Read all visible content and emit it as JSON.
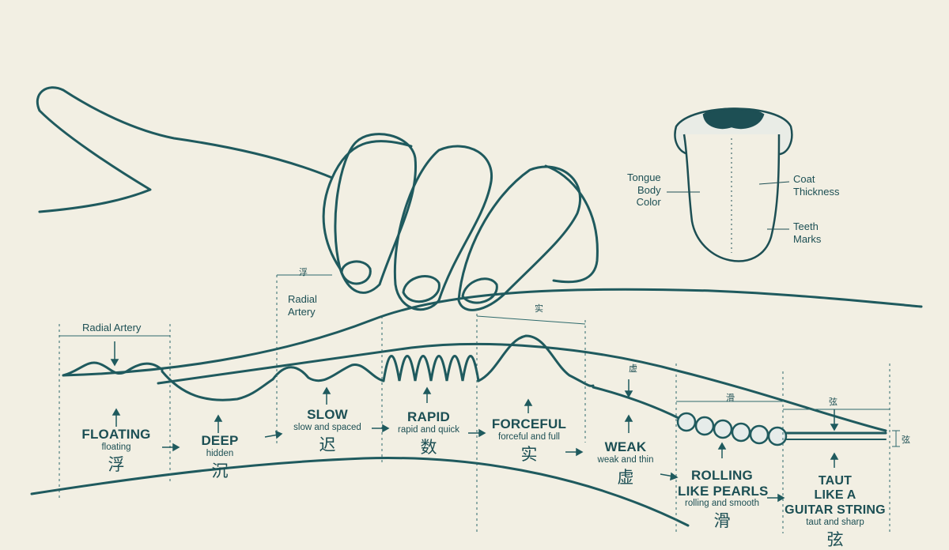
{
  "labels": {
    "radial_artery_top": "Radial Artery",
    "radial_artery_side": "Radial\nArtery",
    "fu_marker": "浮",
    "shi_marker": "实",
    "xu_marker": "虚",
    "hua_marker": "滑",
    "xian_marker": "弦",
    "xian_side": "弦"
  },
  "tongue": {
    "body_color": "Tongue\nBody\nColor",
    "coat_thickness": "Coat\nThickness",
    "teeth_marks": "Teeth\nMarks"
  },
  "pulses": [
    {
      "en": "FLOATING",
      "sub": "floating",
      "cn": "浮"
    },
    {
      "en": "DEEP",
      "sub": "hidden",
      "cn": "沉"
    },
    {
      "en": "SLOW",
      "sub": "slow and spaced",
      "cn": "迟"
    },
    {
      "en": "RAPID",
      "sub": "rapid and quick",
      "cn": "数"
    },
    {
      "en": "FORCEFUL",
      "sub": "forceful and full",
      "cn": "实"
    },
    {
      "en": "WEAK",
      "sub": "weak and thin",
      "cn": "虚"
    },
    {
      "en": "ROLLING\nLIKE PEARLS",
      "sub": "rolling and smooth",
      "cn": "滑"
    },
    {
      "en": "TAUT\nLIKE A\nGUITAR STRING",
      "sub": "taut and sharp",
      "cn": "弦"
    }
  ],
  "colors": {
    "ink": "#1f5a5e",
    "paper": "#f2efe3",
    "tongue_dark": "#1d4f54"
  }
}
